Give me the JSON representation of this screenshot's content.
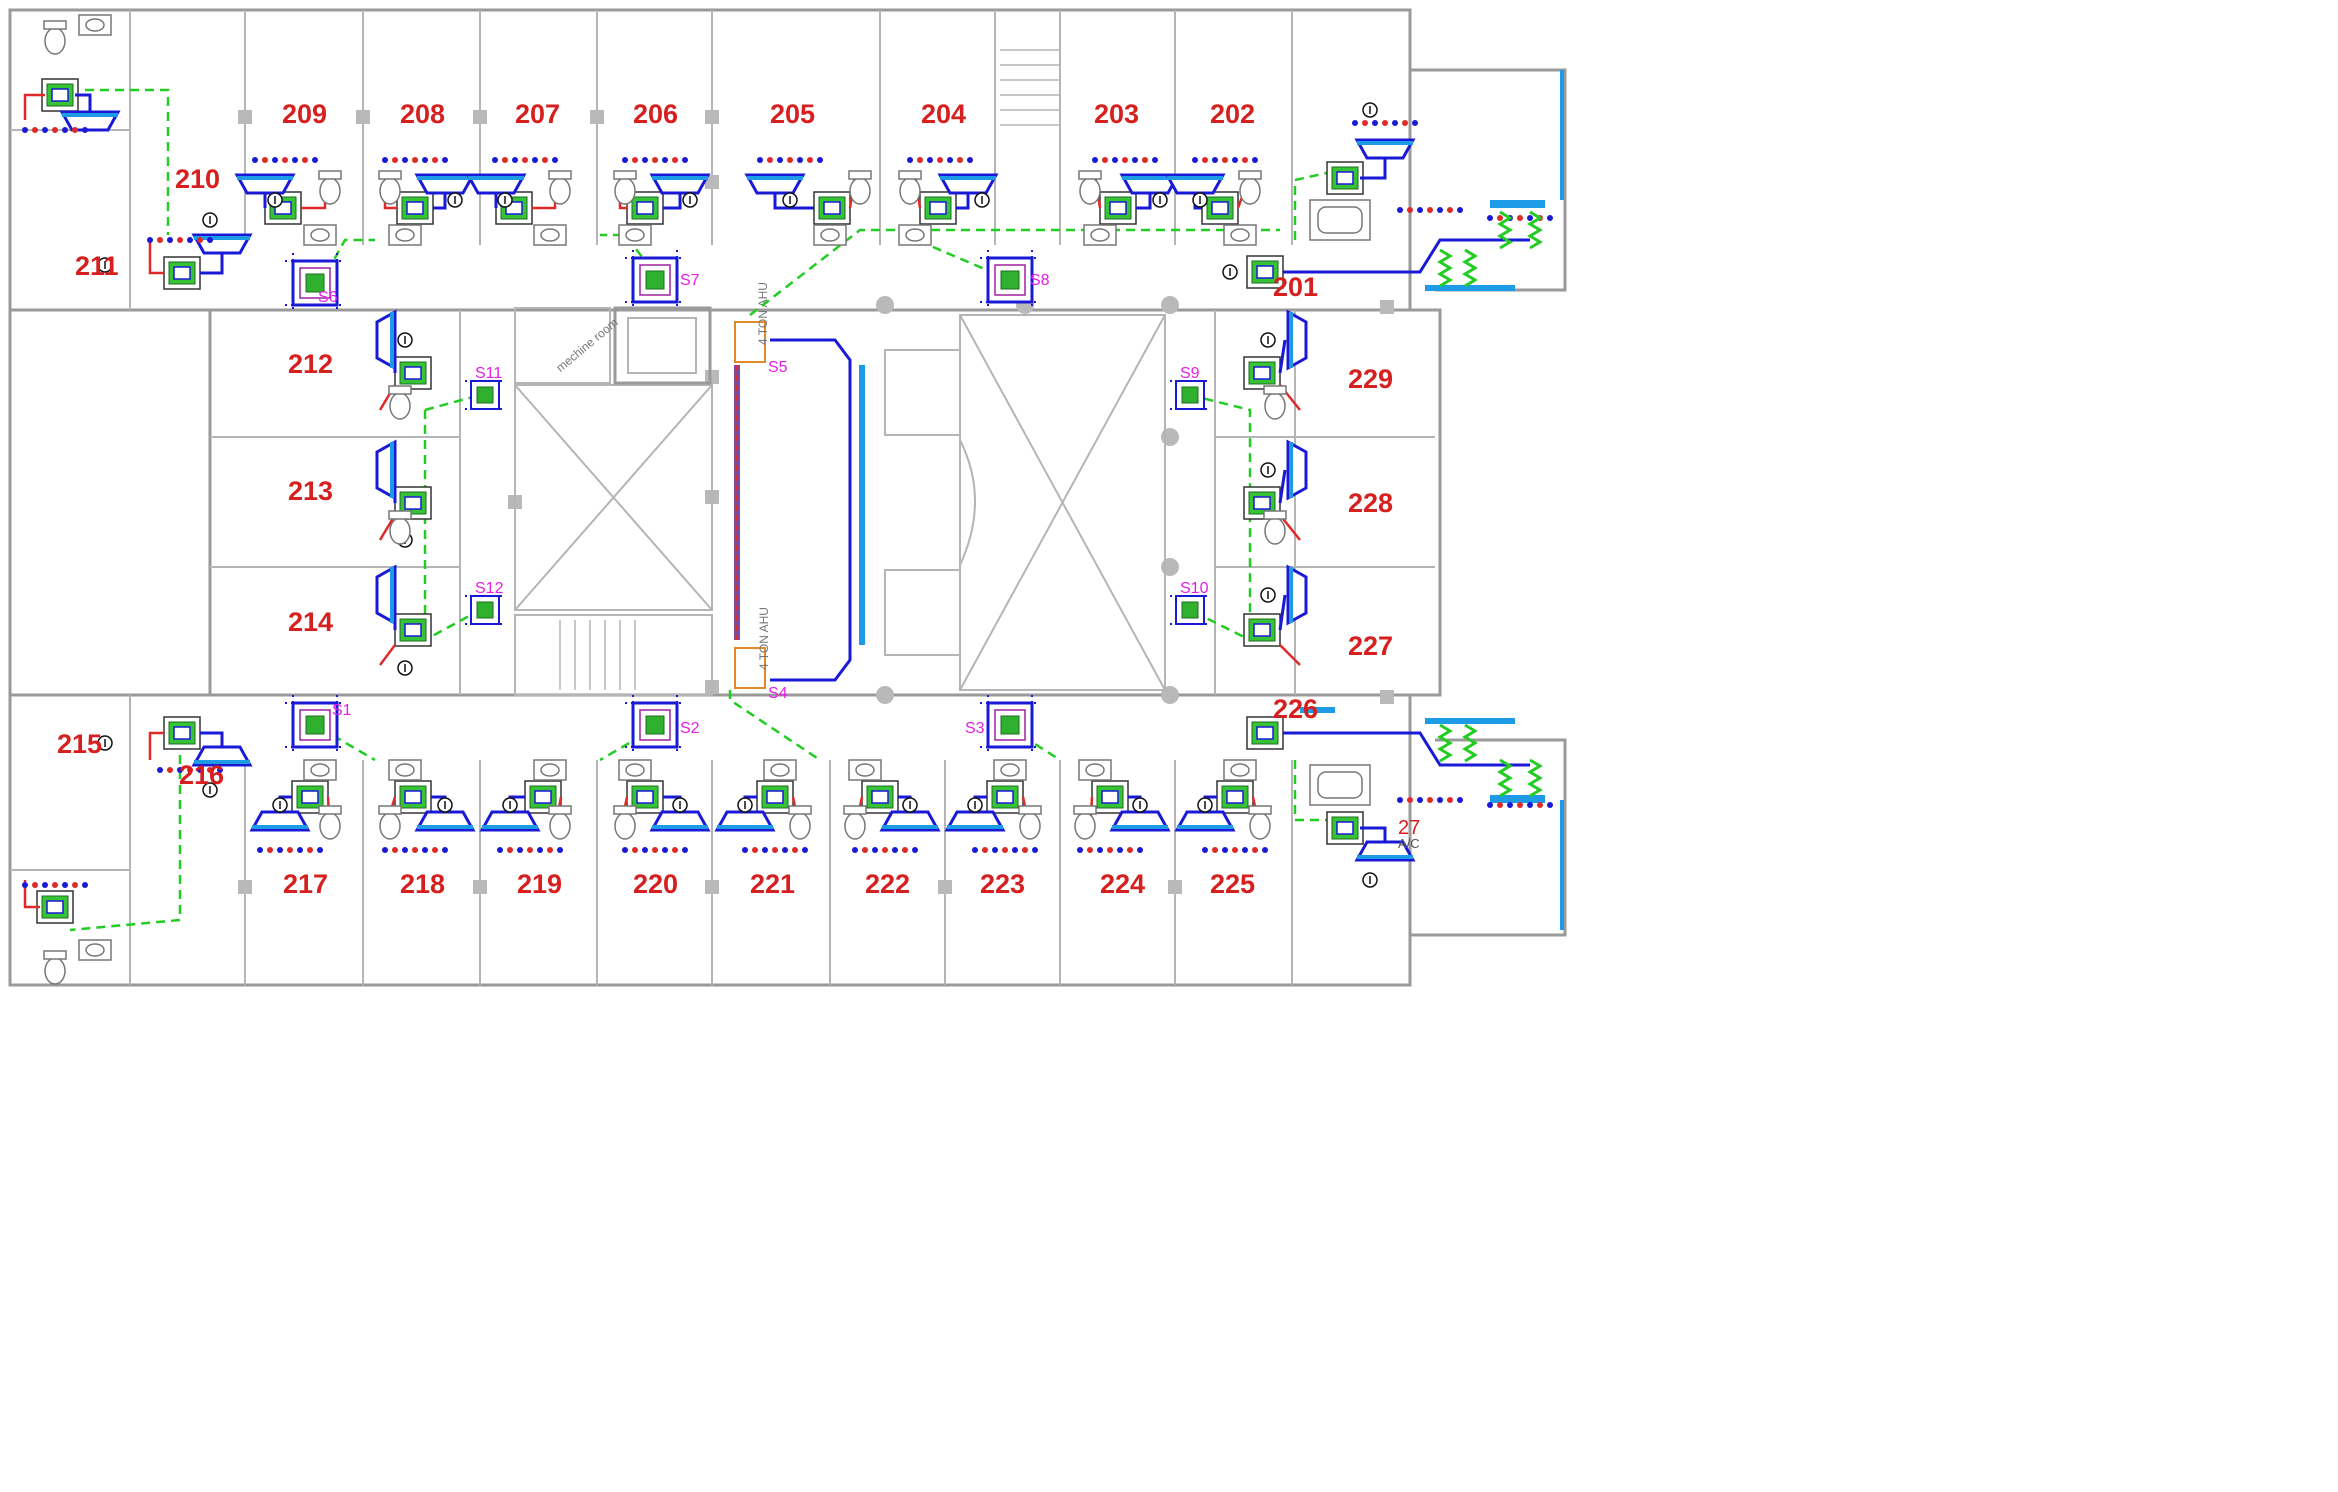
{
  "colors": {
    "room_label": "#d61f1f",
    "unit_label": "#e61ee6",
    "wall": "#9a9a9a",
    "supply_duct": "#1a1ad6",
    "return_duct": "#e02a2a",
    "drain_pipe": "#22cc22",
    "fan_coil": "#2f9e2f",
    "diffuser_blue": "#1e9be6"
  },
  "rooms_top": [
    {
      "number": "209"
    },
    {
      "number": "208"
    },
    {
      "number": "207"
    },
    {
      "number": "206"
    },
    {
      "number": "205"
    },
    {
      "number": "204"
    },
    {
      "number": "203"
    },
    {
      "number": "202"
    }
  ],
  "rooms_bottom": [
    {
      "number": "217"
    },
    {
      "number": "218"
    },
    {
      "number": "219"
    },
    {
      "number": "220"
    },
    {
      "number": "221"
    },
    {
      "number": "222"
    },
    {
      "number": "223"
    },
    {
      "number": "224"
    },
    {
      "number": "225"
    }
  ],
  "rooms_left": [
    {
      "number": "210"
    },
    {
      "number": "211"
    },
    {
      "number": "212"
    },
    {
      "number": "213"
    },
    {
      "number": "214"
    },
    {
      "number": "215"
    },
    {
      "number": "216"
    }
  ],
  "rooms_right": [
    {
      "number": "201"
    },
    {
      "number": "229"
    },
    {
      "number": "228"
    },
    {
      "number": "227"
    },
    {
      "number": "226"
    }
  ],
  "partial_label": "27",
  "partial_label_sub": "A/C",
  "units": [
    {
      "name": "S1"
    },
    {
      "name": "S2"
    },
    {
      "name": "S3"
    },
    {
      "name": "S4"
    },
    {
      "name": "S5"
    },
    {
      "name": "S6"
    },
    {
      "name": "S7"
    },
    {
      "name": "S8"
    },
    {
      "name": "S9"
    },
    {
      "name": "S10"
    },
    {
      "name": "S11"
    },
    {
      "name": "S12"
    }
  ],
  "machine_room_label": "mechine room",
  "ahu_tag": "4 TON AHU",
  "icons": {
    "fan_coil": "fan-coil-unit-icon",
    "ceiling_unit": "ceiling-cassette-icon",
    "thermostat": "thermostat-icon",
    "toilet": "toilet-icon",
    "sink": "sink-icon",
    "bathtub": "bathtub-icon",
    "diffuser": "diffuser-icon",
    "column": "column-icon"
  }
}
